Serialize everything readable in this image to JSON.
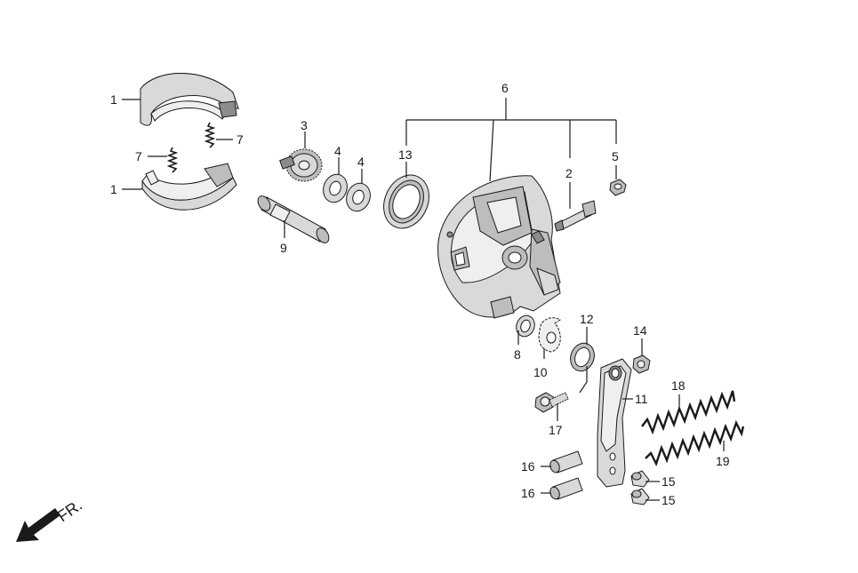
{
  "labels": {
    "p1a": "1",
    "p1b": "1",
    "p2": "2",
    "p3": "3",
    "p4a": "4",
    "p4b": "4",
    "p5": "5",
    "p6": "6",
    "p7a": "7",
    "p7b": "7",
    "p8": "8",
    "p9": "9",
    "p10": "10",
    "p11": "11",
    "p12": "12",
    "p13": "13",
    "p14": "14",
    "p15a": "15",
    "p15b": "15",
    "p16a": "16",
    "p16b": "16",
    "p17": "17",
    "p18": "18",
    "p19": "19"
  },
  "direction": {
    "text": "FR."
  },
  "colors": {
    "line": "#1a1a1a",
    "light": "#efefef",
    "mid": "#d9d9d9",
    "shade": "#bdbdbd",
    "dark": "#8c8c8c"
  },
  "icons": {
    "front_arrow": "arrow-down-left-icon"
  }
}
